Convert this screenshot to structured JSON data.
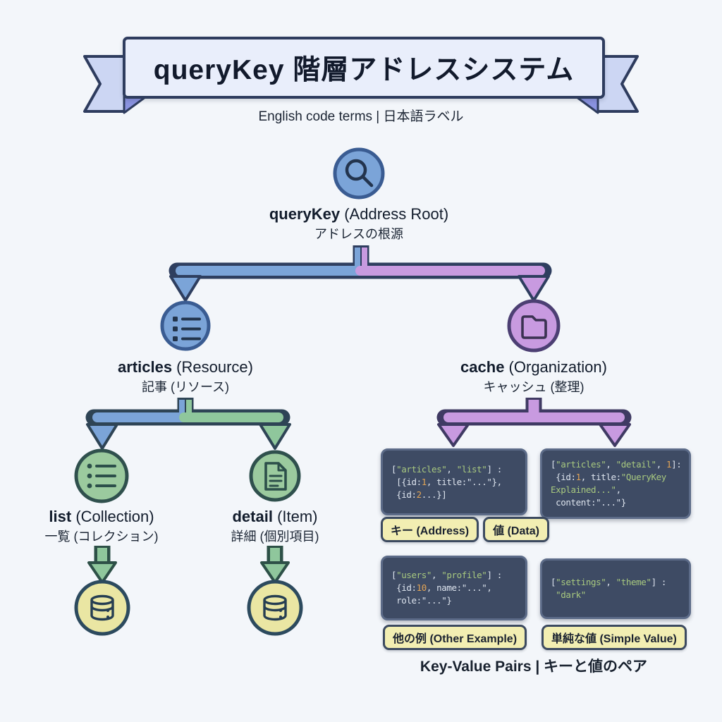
{
  "title": "queryKey 階層アドレスシステム",
  "subtitle": "English code terms | 日本語ラベル",
  "caption": "Key-Value Pairs | キーと値のペア",
  "nodes": {
    "root": {
      "term": "queryKey",
      "suffix": " (Address Root)",
      "jp": "アドレスの根源",
      "icon": "search-icon"
    },
    "articles": {
      "term": "articles",
      "suffix": " (Resource)",
      "jp": "記事 (リソース)",
      "icon": "list-icon"
    },
    "cache": {
      "term": "cache",
      "suffix": " (Organization)",
      "jp": "キャッシュ (整理)",
      "icon": "folder-icon"
    },
    "list": {
      "term": "list",
      "suffix": " (Collection)",
      "jp": "一覧 (コレクション)",
      "icon": "list-icon"
    },
    "detail": {
      "term": "detail",
      "suffix": " (Item)",
      "jp": "詳細 (個別項目)",
      "icon": "document-icon"
    }
  },
  "code_boxes": {
    "articles_list": {
      "lines": [
        [
          {
            "c": "p",
            "t": "["
          },
          {
            "c": "s",
            "t": "\"articles\""
          },
          {
            "c": "p",
            "t": ", "
          },
          {
            "c": "s",
            "t": "\"list\""
          },
          {
            "c": "p",
            "t": "] :"
          }
        ],
        [
          {
            "c": "p",
            "t": " [{id:"
          },
          {
            "c": "n",
            "t": "1"
          },
          {
            "c": "p",
            "t": ", title:\"...\"},"
          }
        ],
        [
          {
            "c": "p",
            "t": " {id:"
          },
          {
            "c": "n",
            "t": "2"
          },
          {
            "c": "p",
            "t": "...}]"
          }
        ]
      ]
    },
    "articles_detail": {
      "lines": [
        [
          {
            "c": "p",
            "t": "["
          },
          {
            "c": "s",
            "t": "\"articles\""
          },
          {
            "c": "p",
            "t": ", "
          },
          {
            "c": "s",
            "t": "\"detail\""
          },
          {
            "c": "p",
            "t": ", "
          },
          {
            "c": "n",
            "t": "1"
          },
          {
            "c": "p",
            "t": "]:"
          }
        ],
        [
          {
            "c": "p",
            "t": " {id:"
          },
          {
            "c": "n",
            "t": "1"
          },
          {
            "c": "p",
            "t": ", title:"
          },
          {
            "c": "s",
            "t": "\"QueryKey"
          }
        ],
        [
          {
            "c": "s",
            "t": "Explained...\""
          },
          {
            "c": "p",
            "t": ","
          }
        ],
        [
          {
            "c": "p",
            "t": " content:\"...\"}"
          }
        ]
      ]
    },
    "users_profile": {
      "lines": [
        [
          {
            "c": "p",
            "t": "["
          },
          {
            "c": "s",
            "t": "\"users\""
          },
          {
            "c": "p",
            "t": ", "
          },
          {
            "c": "s",
            "t": "\"profile\""
          },
          {
            "c": "p",
            "t": "] :"
          }
        ],
        [
          {
            "c": "p",
            "t": " {id:"
          },
          {
            "c": "n",
            "t": "10"
          },
          {
            "c": "p",
            "t": ", name:\"...\","
          }
        ],
        [
          {
            "c": "p",
            "t": " role:\"...\"}"
          }
        ]
      ]
    },
    "settings_theme": {
      "lines": [
        [
          {
            "c": "p",
            "t": "["
          },
          {
            "c": "s",
            "t": "\"settings\""
          },
          {
            "c": "p",
            "t": ", "
          },
          {
            "c": "s",
            "t": "\"theme\""
          },
          {
            "c": "p",
            "t": "] :"
          }
        ],
        [
          {
            "c": "p",
            "t": " "
          },
          {
            "c": "s",
            "t": "\"dark\""
          }
        ]
      ]
    }
  },
  "badges": {
    "key": "キー (Address)",
    "value": "値 (Data)",
    "other": "他の例 (Other Example)",
    "simple": "単純な値 (Simple Value)"
  },
  "colors": {
    "background": "#f3f6fa",
    "banner_fill": "#e9eefb",
    "outline_navy": "#2e3c5e",
    "blue": "#7ba4d8",
    "purple": "#c89ae0",
    "green": "#8fc79c",
    "yellow_node": "#eae6a3",
    "code_bg": "#3e4b64",
    "code_text": "#dde4ee",
    "code_string": "#a8c97f",
    "code_number": "#e2a455",
    "badge_fill": "#f2eeb2"
  }
}
